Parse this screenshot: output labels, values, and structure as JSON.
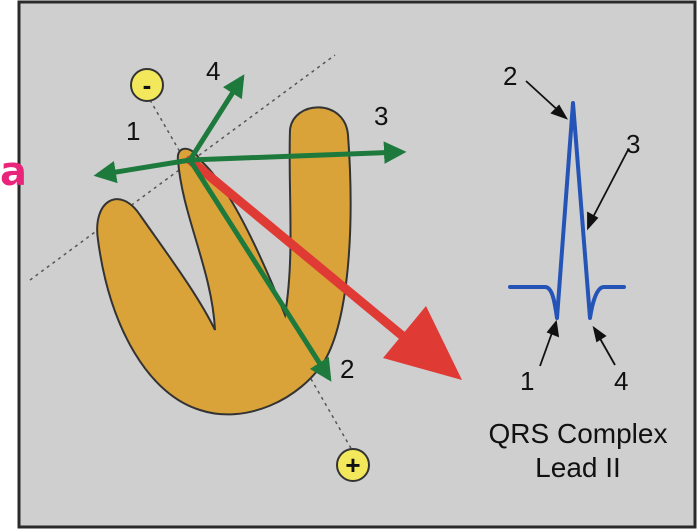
{
  "panel_label": "a",
  "colors": {
    "background": "#cfcfcf",
    "frame": "#2a2a2a",
    "heart": "#d9a33a",
    "heart_outline": "#333333",
    "vector_arrow": "#1e7a3c",
    "mean_axis_arrow": "#e03a35",
    "qrs_trace": "#2454b8",
    "electrode_fill": "#f3e85c",
    "panel_label": "#e8257a"
  },
  "electrodes": {
    "negative": "-",
    "positive": "+"
  },
  "vector_labels": [
    "1",
    "2",
    "3",
    "4"
  ],
  "qrs_labels": [
    "1",
    "2",
    "3",
    "4"
  ],
  "caption": {
    "line1": "QRS Complex",
    "line2": "Lead II"
  }
}
